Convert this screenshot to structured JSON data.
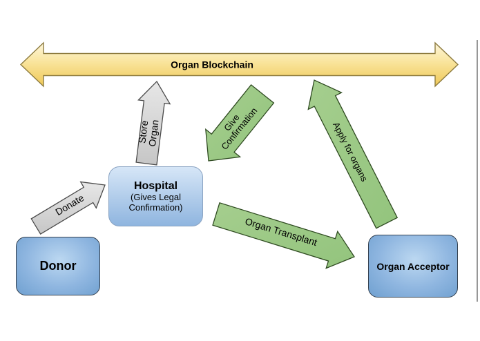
{
  "blockchain": {
    "label": "Organ Blockchain"
  },
  "nodes": {
    "donor": {
      "label": "Donor"
    },
    "hospital": {
      "title": "Hospital",
      "subtitle": "(Gives Legal Confirmation)"
    },
    "acceptor": {
      "label": "Organ Acceptor"
    }
  },
  "arrows": {
    "donate": {
      "label": "Donate"
    },
    "store_organ": {
      "line1": "Store",
      "line2": "Organ"
    },
    "give_confirmation": {
      "line1": "Give",
      "line2": "Confirmation"
    },
    "apply_for_organs": {
      "label": "Apply for organs"
    },
    "organ_transplant": {
      "label": "Organ Transplant"
    }
  },
  "colors": {
    "text": "#000000",
    "yellow_top": "#FDF6DC",
    "yellow_mid": "#F9E49B",
    "yellow_bot": "#EFC857",
    "yellow_border": "#8D7B3F",
    "gray_top": "#E7E7E7",
    "gray_bot": "#C6C6C6",
    "gray_border": "#4A4A4A",
    "green_top": "#A5CE8E",
    "green_bot": "#93C47D",
    "green_border": "#2E4A20",
    "blue_light": "#BCD8F1",
    "blue_mid": "#8FB6E0",
    "blue_dark": "#6FA0D0",
    "blue_border_dark": "#333F4D",
    "hospital_top": "#D6E6F7",
    "hospital_bot": "#8FB5DF",
    "hospital_border": "#8AA3C2",
    "line": "#7D7D7D"
  }
}
